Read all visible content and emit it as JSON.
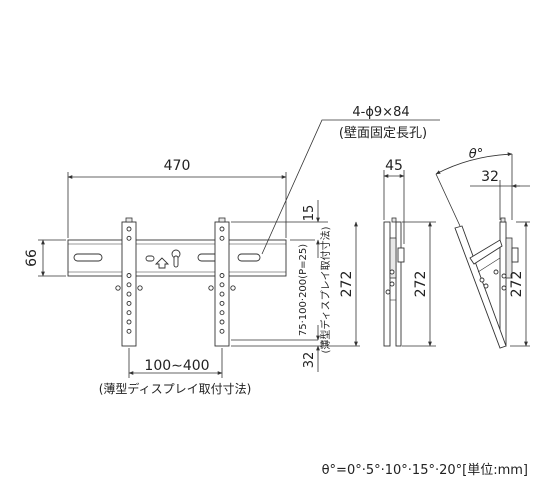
{
  "hole_callout": {
    "spec": "4-ϕ9×84",
    "desc": "(壁面固定長孔)"
  },
  "front_view": {
    "width": "470",
    "height": "66",
    "top_offset": "15",
    "overall_height": "272",
    "bottom_offset": "32",
    "pitch_line1": "75·100·200(P=25)",
    "pitch_line2": "(薄型ディスプレイ取付寸法)",
    "arm_spacing": "100∼400",
    "arm_spacing_note": "(薄型ディスプレイ取付寸法)"
  },
  "side_view": {
    "depth": "45",
    "height": "272"
  },
  "tilt_view": {
    "angle": "θ°",
    "offset": "32",
    "height": "272"
  },
  "footer_note": "θ°=0°·5°·10°·15°·20°[単位:mm]"
}
